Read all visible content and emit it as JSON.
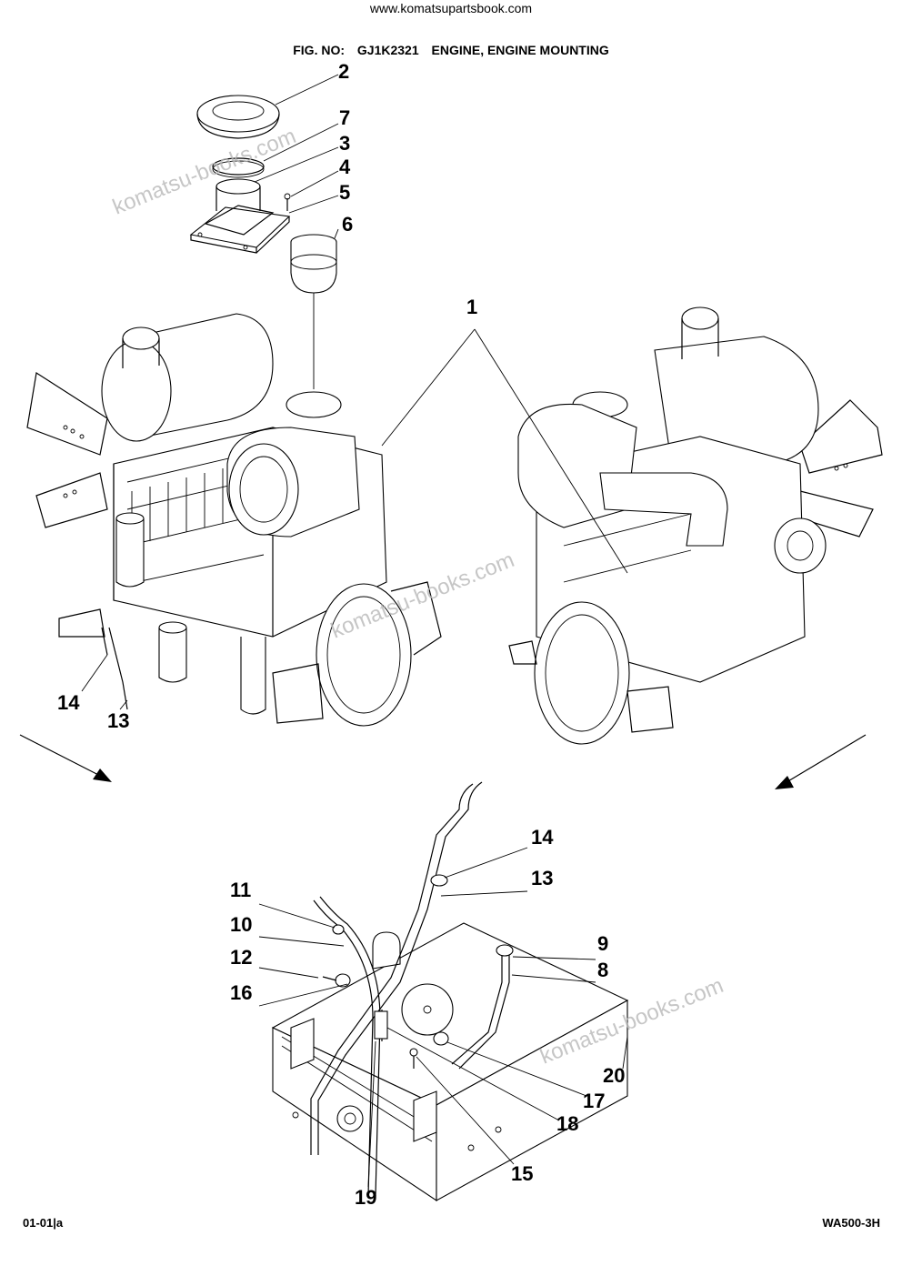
{
  "header": {
    "url": "www.komatsupartsbook.com",
    "fig_label": "FIG. NO:",
    "fig_number": "GJ1K2321",
    "fig_title": "ENGINE, ENGINE MOUNTING"
  },
  "footer": {
    "page_code": "01-01|a",
    "model": "WA500-3H"
  },
  "watermarks": [
    "komatsu-books.com",
    "komatsu-books.com",
    "komatsu-books.com"
  ],
  "callouts": {
    "c2": "2",
    "c7": "7",
    "c3": "3",
    "c4": "4",
    "c5": "5",
    "c6": "6",
    "c1": "1",
    "c14a": "14",
    "c13a": "13",
    "c14b": "14",
    "c13b": "13",
    "c11": "11",
    "c10": "10",
    "c12": "12",
    "c16": "16",
    "c9": "9",
    "c8": "8",
    "c20": "20",
    "c17": "17",
    "c18": "18",
    "c15": "15",
    "c19": "19"
  }
}
